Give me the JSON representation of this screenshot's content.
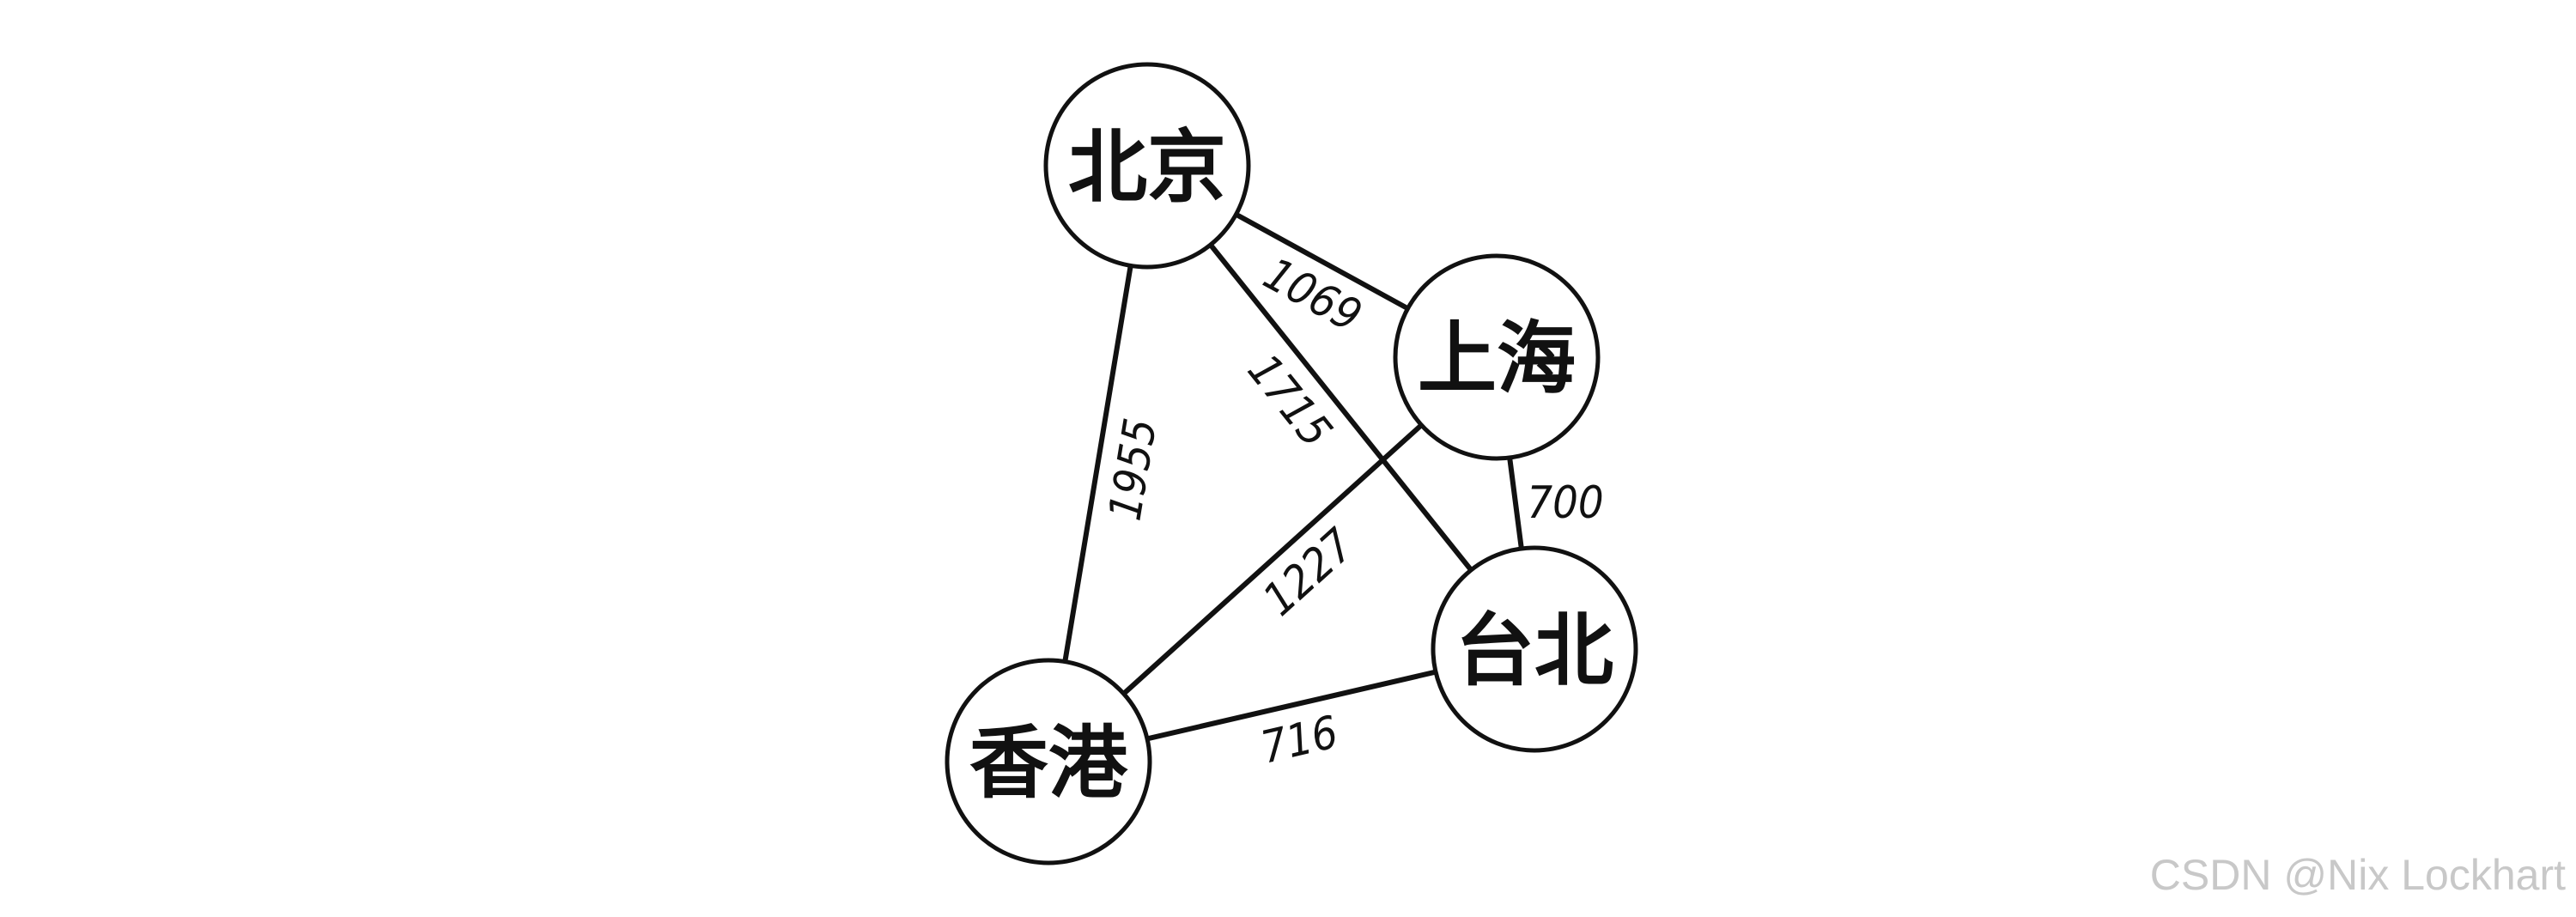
{
  "graph": {
    "nodes": [
      {
        "id": "beijing",
        "label": "北京"
      },
      {
        "id": "shanghai",
        "label": "上海"
      },
      {
        "id": "taipei",
        "label": "台北"
      },
      {
        "id": "hongkong",
        "label": "香港"
      }
    ],
    "edges": [
      {
        "id": "e-beijing-shanghai",
        "from": "beijing",
        "to": "shanghai",
        "weight": "1069"
      },
      {
        "id": "e-beijing-taipei",
        "from": "beijing",
        "to": "taipei",
        "weight": "1715"
      },
      {
        "id": "e-beijing-hongkong",
        "from": "beijing",
        "to": "hongkong",
        "weight": "1955"
      },
      {
        "id": "e-shanghai-hongkong",
        "from": "shanghai",
        "to": "hongkong",
        "weight": "1227"
      },
      {
        "id": "e-shanghai-taipei",
        "from": "shanghai",
        "to": "taipei",
        "weight": "700"
      },
      {
        "id": "e-hongkong-taipei",
        "from": "hongkong",
        "to": "taipei",
        "weight": "716"
      }
    ]
  },
  "watermark": "CSDN @Nix Lockhart",
  "colors": {
    "line": "#111111",
    "node_fill": "#ffffff",
    "watermark": "#c8c8c8"
  }
}
